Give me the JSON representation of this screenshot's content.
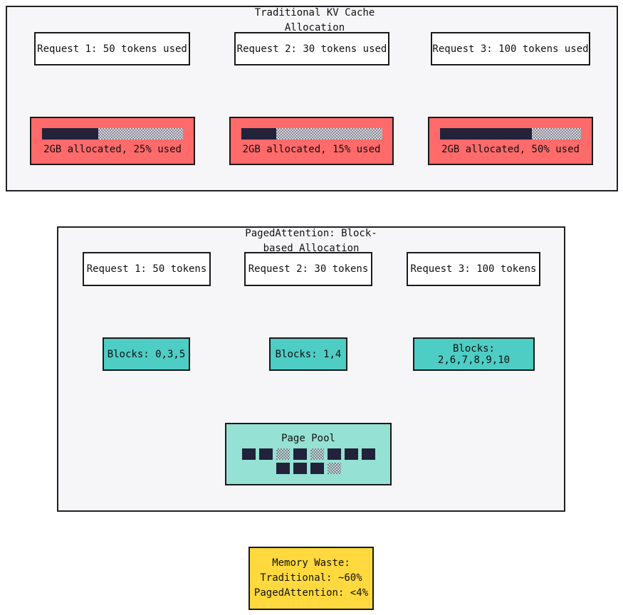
{
  "traditional": {
    "title": "Traditional KV Cache Allocation",
    "requests": [
      {
        "label": "Request 1: 50 tokens used",
        "alloc_label": "2GB allocated, 25% used",
        "used_fraction": 0.4
      },
      {
        "label": "Request 2: 30 tokens used",
        "alloc_label": "2GB allocated, 15% used",
        "used_fraction": 0.25
      },
      {
        "label": "Request 3: 100 tokens used",
        "alloc_label": "2GB allocated, 50% used",
        "used_fraction": 0.65
      }
    ]
  },
  "paged": {
    "title": "PagedAttention: Block-based Allocation",
    "requests": [
      {
        "label": "Request 1: 50 tokens",
        "blocks_label": "Blocks: 0,3,5"
      },
      {
        "label": "Request 2: 30 tokens",
        "blocks_label": "Blocks: 1,4"
      },
      {
        "label": "Request 3: 100 tokens",
        "blocks_label": "Blocks: 2,6,7,8,9,10"
      }
    ],
    "pool": {
      "label": "Page Pool",
      "rows": [
        [
          "used",
          "used",
          "free",
          "used",
          "free",
          "used",
          "used",
          "used"
        ],
        [
          "used",
          "used",
          "used",
          "free"
        ]
      ]
    }
  },
  "summary": {
    "lines": [
      "Memory Waste:",
      "Traditional: ~60%",
      "PagedAttention: <4%"
    ]
  },
  "colors": {
    "alloc_fill": "#ff6a6a",
    "blocks_fill": "#4ecdc4",
    "pool_fill": "#95e1d3",
    "summary_fill": "#ffd93d",
    "used_segment": "#22223a"
  }
}
